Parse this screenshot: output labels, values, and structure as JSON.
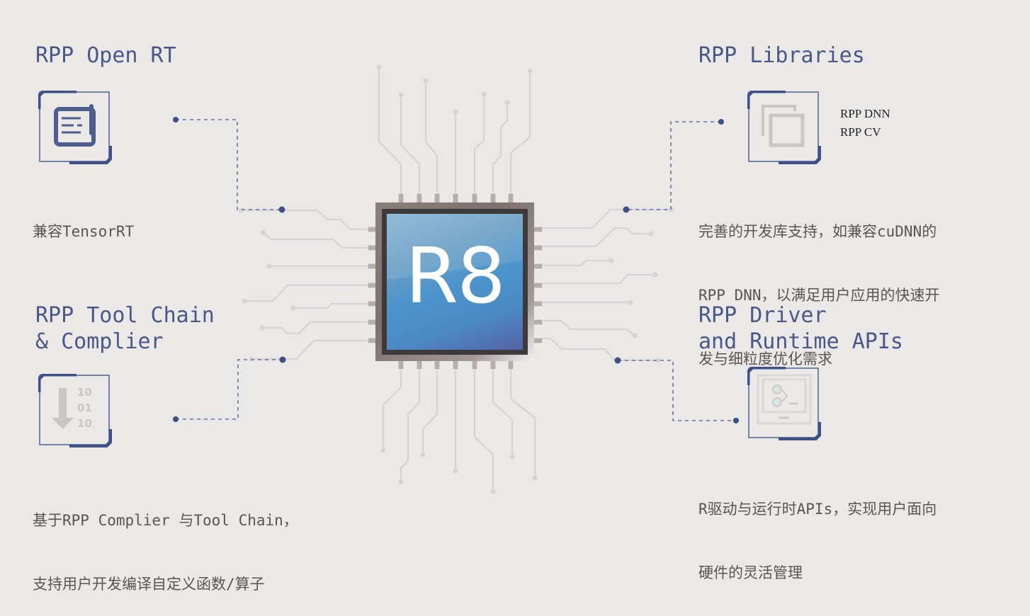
{
  "chip": {
    "label": "R8"
  },
  "sections": {
    "open_rt": {
      "title": "RPP Open RT",
      "icon": "document-icon",
      "description": [
        "兼容TensorRT"
      ]
    },
    "libraries": {
      "title": "RPP Libraries",
      "icon": "stacked-windows-icon",
      "items": [
        "RPP DNN",
        "RPP CV"
      ],
      "description": [
        "完善的开发库支持，如兼容cuDNN的",
        "RPP DNN，以满足用户应用的快速开",
        "发与细粒度优化需求"
      ]
    },
    "toolchain": {
      "title": "RPP Tool Chain\n& Complier",
      "icon": "binary-download-icon",
      "icon_text": [
        "10",
        "01",
        "10"
      ],
      "description": [
        "基于RPP Complier 与Tool Chain，",
        "支持用户开发编译自定义函数/算子"
      ]
    },
    "driver": {
      "title": "RPP Driver\nand Runtime APIs",
      "icon": "terminal-icon",
      "description": [
        "R驱动与运行时APIs，实现用户面向",
        "硬件的灵活管理"
      ]
    },
    "colors": {
      "background": "#ebe9e8",
      "accent": "#4a5888",
      "trace": "#d4d2d1",
      "connector": "#3d4f85"
    }
  }
}
